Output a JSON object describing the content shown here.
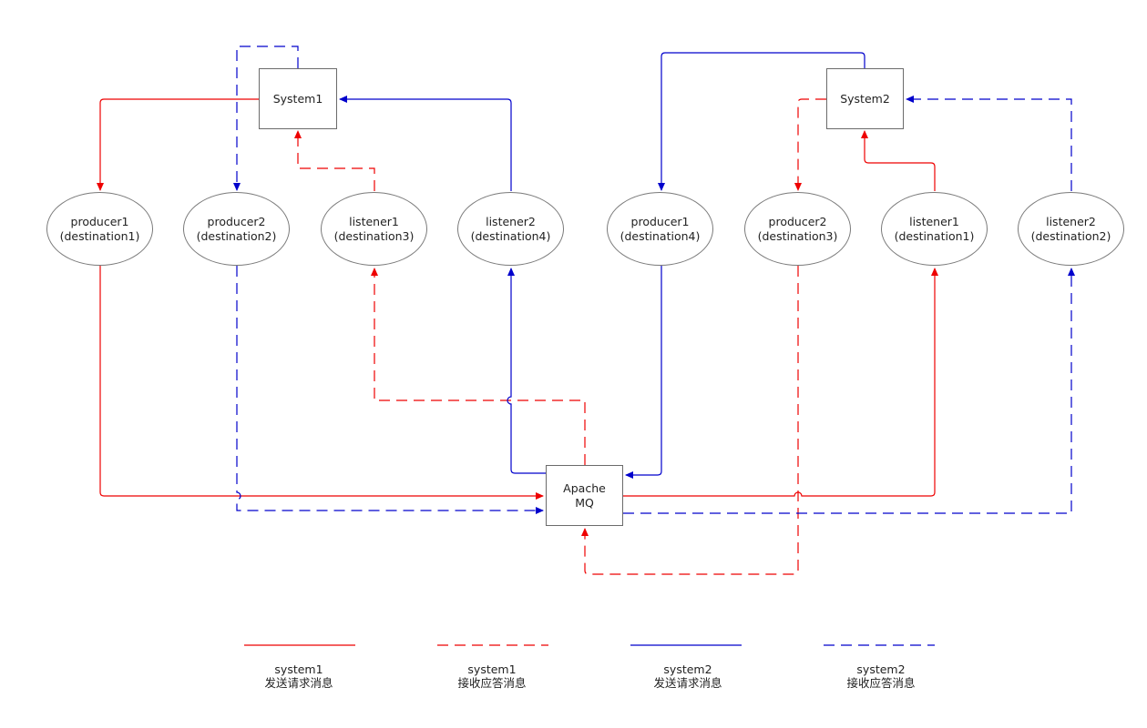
{
  "colors": {
    "system1": "#ee0000",
    "system2": "#0000cc",
    "border": "#6b6b6b",
    "text": "#222222"
  },
  "boxes": {
    "system1": "System1",
    "system2": "System2",
    "mq": {
      "line1": "Apache",
      "line2": "MQ"
    }
  },
  "nodes": {
    "s1_producer1": {
      "name": "producer1",
      "destination": "(destination1)"
    },
    "s1_producer2": {
      "name": "producer2",
      "destination": "(destination2)"
    },
    "s1_listener1": {
      "name": "listener1",
      "destination": "(destination3)"
    },
    "s1_listener2": {
      "name": "listener2",
      "destination": "(destination4)"
    },
    "s2_producer1": {
      "name": "producer1",
      "destination": "(destination4)"
    },
    "s2_producer2": {
      "name": "producer2",
      "destination": "(destination3)"
    },
    "s2_listener1": {
      "name": "listener1",
      "destination": "(destination1)"
    },
    "s2_listener2": {
      "name": "listener2",
      "destination": "(destination2)"
    }
  },
  "legend": [
    {
      "system": "system1",
      "desc": "发送请求消息",
      "color": "#ee0000",
      "style": "solid"
    },
    {
      "system": "system1",
      "desc": "接收应答消息",
      "color": "#ee0000",
      "style": "dashed"
    },
    {
      "system": "system2",
      "desc": "发送请求消息",
      "color": "#0000cc",
      "style": "solid"
    },
    {
      "system": "system2",
      "desc": "接收应答消息",
      "color": "#0000cc",
      "style": "dashed"
    }
  ]
}
